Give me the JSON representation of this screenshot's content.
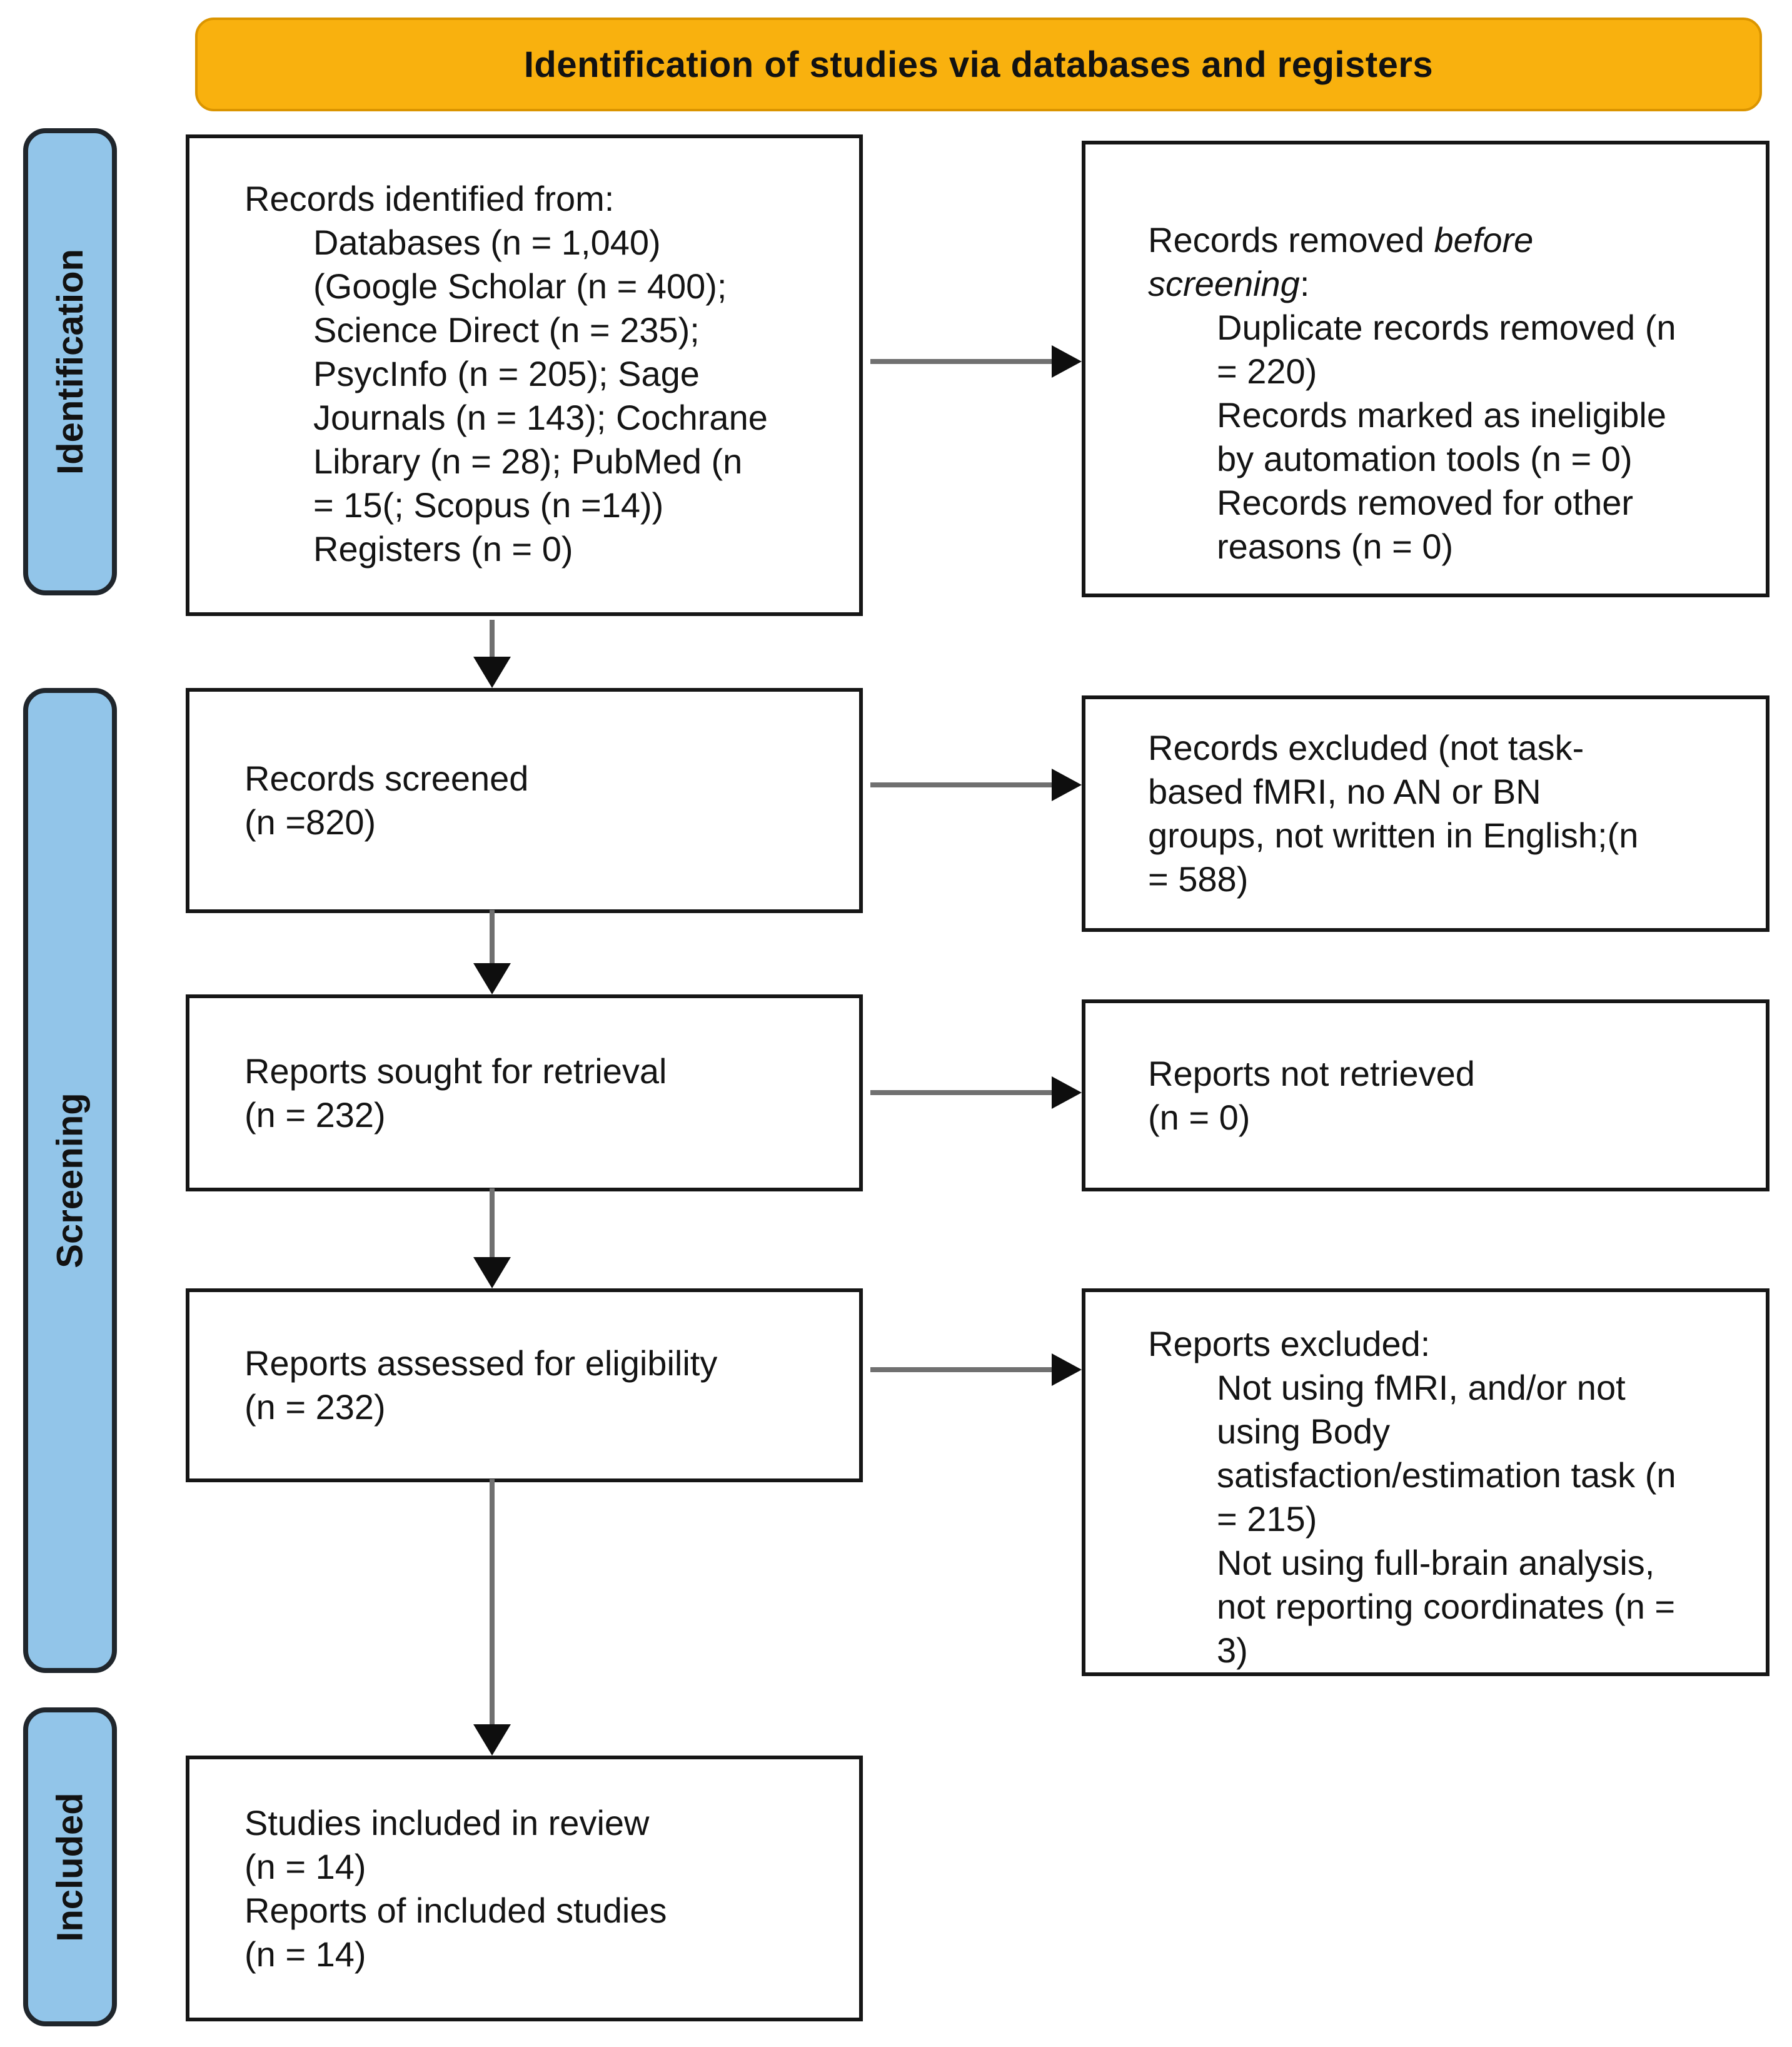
{
  "banner": {
    "title": "Identification of studies via databases and registers"
  },
  "stages": [
    {
      "label": "Identification"
    },
    {
      "label": "Screening"
    },
    {
      "label": "Included"
    }
  ],
  "boxes": {
    "records_identified": {
      "lines": [
        "Records identified from:",
        "Databases (n = 1,040)",
        "(Google Scholar (n = 400);",
        "Science Direct (n = 235);",
        "PsycInfo (n = 205); Sage",
        "Journals (n = 143); Cochrane",
        "Library (n = 28); PubMed (n",
        "= 15(; Scopus (n =14))",
        "Registers (n = 0)"
      ]
    },
    "records_removed": {
      "intro": [
        "Records removed ",
        "before",
        "screening",
        ":"
      ],
      "items": [
        "Duplicate records removed (n",
        "= 220)",
        "Records marked as ineligible",
        "by automation tools (n = 0)",
        "Records removed for other",
        "reasons (n = 0)"
      ]
    },
    "records_screened": {
      "lines": [
        "Records screened",
        "(n =820)"
      ]
    },
    "records_excluded": {
      "lines": [
        "Records excluded (not task-",
        "based fMRI, no AN or BN",
        "groups, not written in English;(n",
        "= 588)"
      ]
    },
    "reports_sought": {
      "lines": [
        "Reports sought for retrieval",
        "(n = 232)"
      ]
    },
    "reports_not_retrieved": {
      "lines": [
        "Reports not retrieved",
        "(n = 0)"
      ]
    },
    "reports_assessed": {
      "lines": [
        "Reports assessed for eligibility",
        "(n = 232)"
      ]
    },
    "reports_excluded": {
      "heading": "Reports excluded:",
      "items": [
        "Not using fMRI, and/or not",
        "using Body",
        "satisfaction/estimation task (n",
        "= 215)",
        "Not using full-brain analysis,",
        "not reporting coordinates (n =",
        "3)"
      ]
    },
    "studies_included": {
      "lines": [
        "Studies included in review",
        "(n = 14)",
        "Reports of included studies",
        "(n = 14)"
      ]
    }
  },
  "colors": {
    "banner_bg": "#F9B10E",
    "banner_border": "#DB9500",
    "stage_bg": "#92C5E9",
    "stage_border": "#20262C",
    "box_border": "#161616",
    "arrow_shaft": "#707070",
    "arrow_head": "#0E0E0E",
    "text": "#141414"
  }
}
